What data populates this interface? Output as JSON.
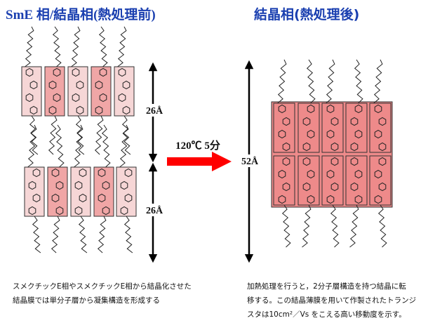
{
  "titles": {
    "left": "SmE 相/結晶相(熱処理前)",
    "right": "結晶相(熱処理後)"
  },
  "labels": {
    "spacing_top": "26Å",
    "spacing_bottom": "26Å",
    "transition": "120℃ 5分",
    "bilayer": "52Å"
  },
  "captions": {
    "left_line1": "スメクチックE相やスメクチックE相から結晶化させた",
    "left_line2": "結晶膜では単分子層から凝集構造を形成する",
    "right_line1": "加熱処理を行うと，2分子層構造を持つ結晶に転",
    "right_line2": "移する。この結晶薄膜を用いて作製されたトランジ",
    "right_line3": "スタは10cm²／Vs をこえる高い移動度を示す。"
  },
  "colors": {
    "title": "#1a3fb0",
    "box_light": "#f6d6d6",
    "box_dark": "#f0a6a6",
    "box_strong": "#ee8a8a",
    "arrow_red": "#ff0000"
  }
}
